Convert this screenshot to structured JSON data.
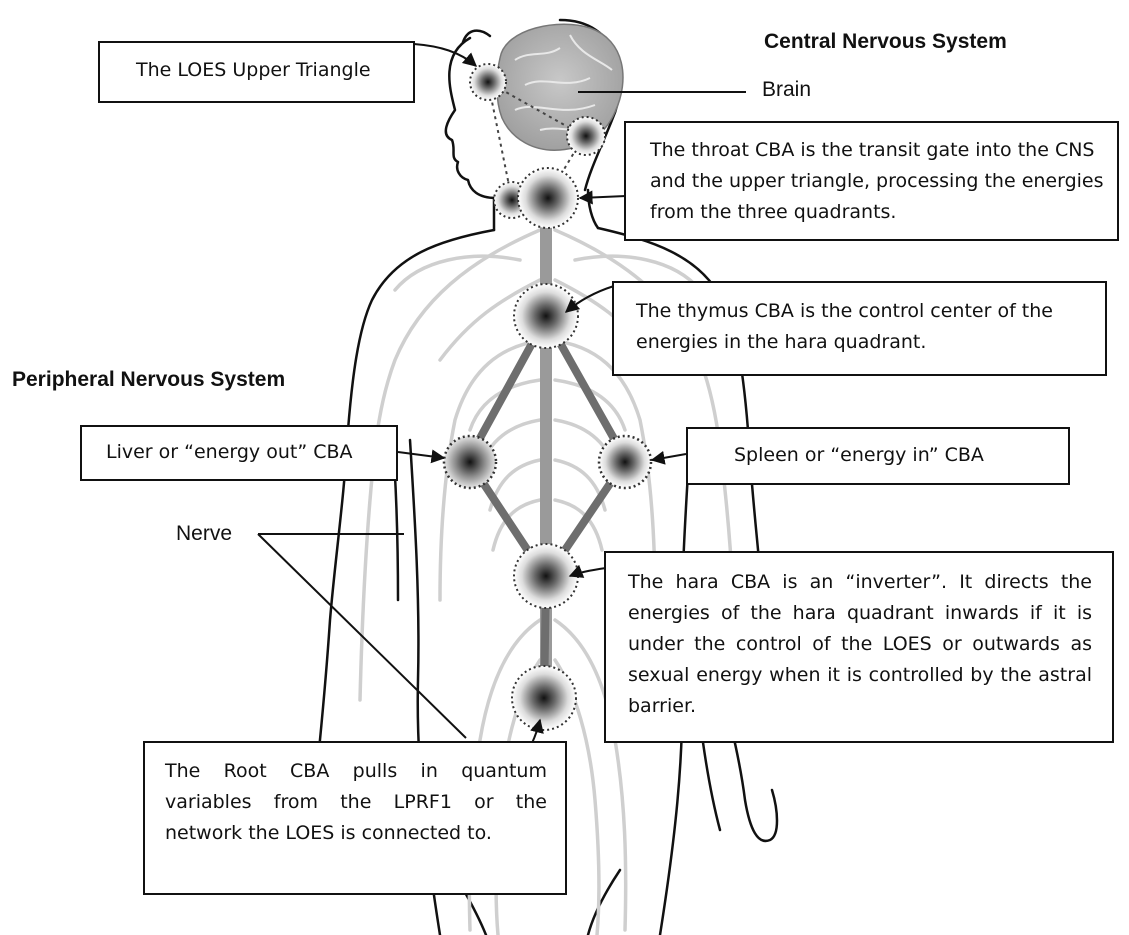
{
  "headings": {
    "cns": "Central Nervous System",
    "pns": "Peripheral Nervous System"
  },
  "labels": {
    "brain": "Brain",
    "nerve": "Nerve"
  },
  "callouts": {
    "upper_triangle": "The LOES Upper Triangle",
    "throat": "The throat CBA is the transit gate into the CNS and the upper triangle, processing the energies from the three quadrants.",
    "thymus": "The thymus CBA is the control center of the energies in the hara quadrant.",
    "liver": "Liver or “energy out” CBA",
    "spleen": "Spleen or “energy in” CBA",
    "hara": "The hara CBA is an “inverter”. It directs the energies of the hara quadrant inwards if it is under the control of the LOES or outwards as sexual energy when it is controlled by the astral barrier.",
    "root": "The Root CBA pulls in quantum variables from the LPRF1 or the network the LOES is connected to."
  }
}
